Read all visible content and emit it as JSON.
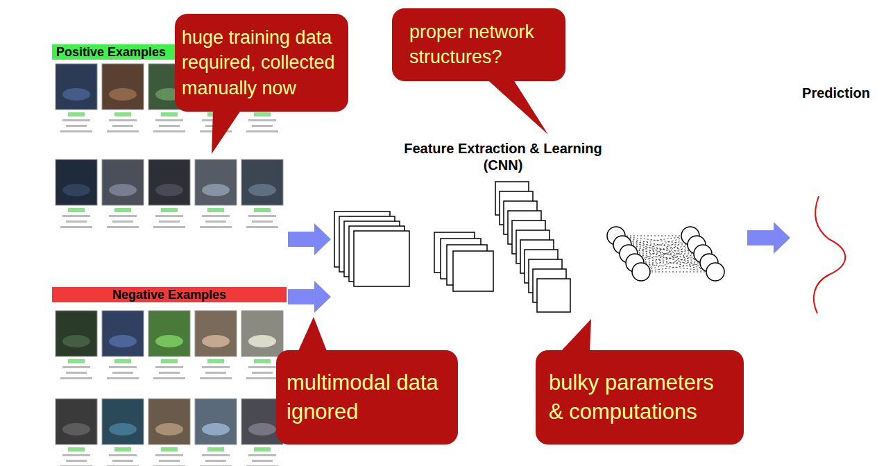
{
  "diagram": {
    "nodes": [
      {
        "text": [
          "Positive Examples"
        ]
      },
      {
        "text": [
          "Negative Examples"
        ]
      },
      {
        "text": [
          "Feature Extraction & Learning (CNN)"
        ]
      },
      {
        "text": [
          "Prediction"
        ]
      },
      {
        "text": [
          "huge training data required, collected manually now"
        ]
      },
      {
        "text": [
          "proper network structures?"
        ]
      },
      {
        "text": [
          "multimodal data ignored"
        ]
      },
      {
        "text": [
          "bulky parameters & computations"
        ]
      }
    ],
    "edges": [
      {
        "from": 0,
        "to": 2,
        "arrow": "to"
      },
      {
        "from": 1,
        "to": 2,
        "arrow": "to"
      },
      {
        "from": 2,
        "to": 3,
        "arrow": "to"
      }
    ]
  }
}
